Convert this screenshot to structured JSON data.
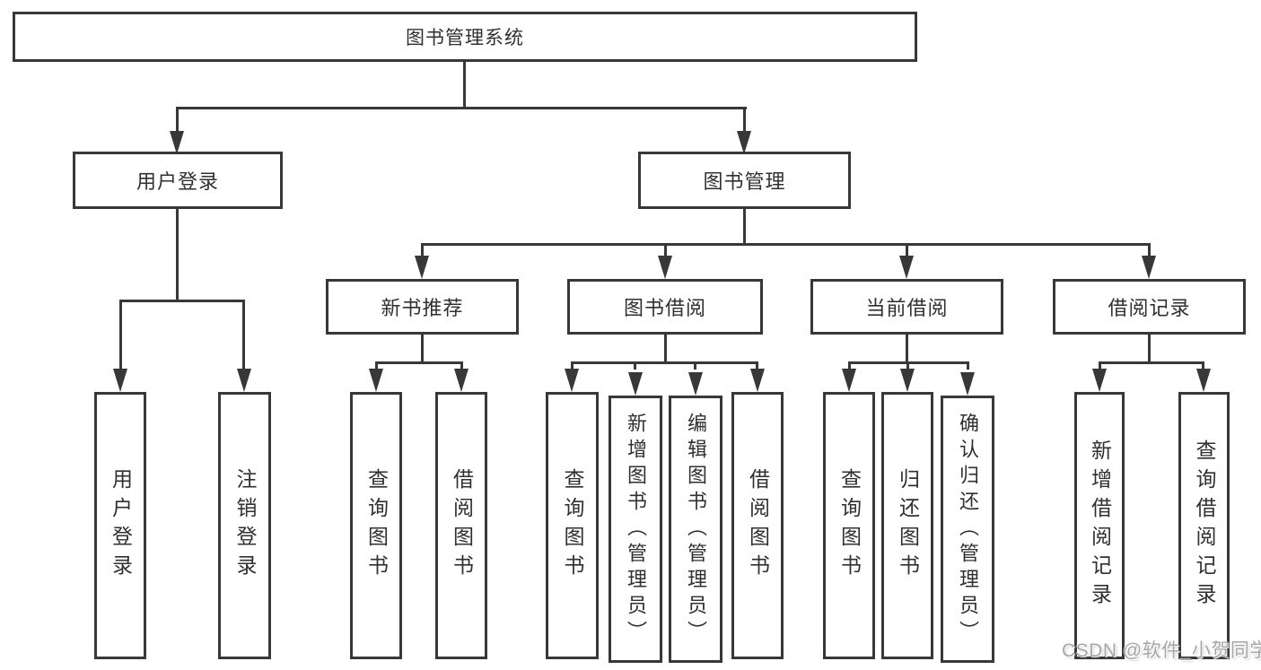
{
  "diagram": {
    "type": "hierarchy-tree",
    "colors": {
      "line": "#383838",
      "box_border": "#383838",
      "box_fill": "#ffffff",
      "text": "#303030",
      "background": "#ffffff",
      "watermark": "#a6a6a6"
    },
    "tree": {
      "root": "图书管理系统",
      "level2": [
        {
          "label": "用户登录"
        },
        {
          "label": "图书管理"
        }
      ],
      "level3": [
        {
          "label": "新书推荐"
        },
        {
          "label": "图书借阅"
        },
        {
          "label": "当前借阅"
        },
        {
          "label": "借阅记录"
        }
      ],
      "groups": {
        "user_login": [
          "用户登录",
          "注销登录"
        ],
        "new_book": [
          "查询图书",
          "借阅图书"
        ],
        "book_borrow": [
          "查询图书",
          "新增图书（管理员）",
          "编辑图书（管理员）",
          "借阅图书"
        ],
        "current_borrow": [
          "查询图书",
          "归还图书",
          "确认归还（管理员）"
        ],
        "borrow_record": [
          "新增借阅记录",
          "查询借阅记录"
        ]
      }
    },
    "watermark": "CSDN @软件_小贺同学"
  }
}
